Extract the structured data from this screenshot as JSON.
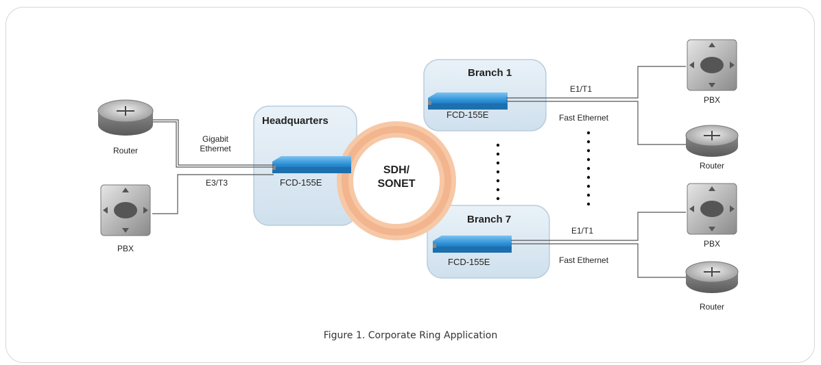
{
  "diagram": {
    "caption": "Figure 1.  Corporate Ring Application",
    "ring_label_line1": "SDH/",
    "ring_label_line2": "SONET",
    "headquarters": {
      "title": "Headquarters",
      "device": "FCD-155E"
    },
    "branch1": {
      "title": "Branch 1",
      "device": "FCD-155E"
    },
    "branch7": {
      "title": "Branch 7",
      "device": "FCD-155E"
    },
    "hq_router_label": "Router",
    "hq_pbx_label": "PBX",
    "link_gigabit_line1": "Gigabit",
    "link_gigabit_line2": "Ethernet",
    "link_e3t3": "E3/T3",
    "b1_link_e1t1": "E1/T1",
    "b1_link_fast": "Fast Ethernet",
    "b1_pbx_label": "PBX",
    "b1_router_label": "Router",
    "b7_link_e1t1": "E1/T1",
    "b7_link_fast": "Fast Ethernet",
    "b7_pbx_label": "PBX",
    "b7_router_label": "Router"
  },
  "colors": {
    "site_box_fill": "#dce9f3",
    "site_box_stroke": "#b7cddd",
    "device_blue": "#2a8fd6",
    "ring_orange": "#f3b68c",
    "router_gray": "#8c8c8c"
  },
  "icons": [
    "router-icon",
    "pbx-icon",
    "fcd-device-icon",
    "sdh-ring"
  ]
}
